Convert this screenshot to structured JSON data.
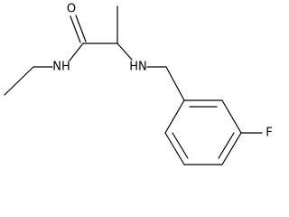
{
  "molecule": {
    "atoms": {
      "oxygen": "O",
      "amide_nitrogen": "NH",
      "amine_nitrogen": "HN",
      "fluorine": "F"
    }
  }
}
